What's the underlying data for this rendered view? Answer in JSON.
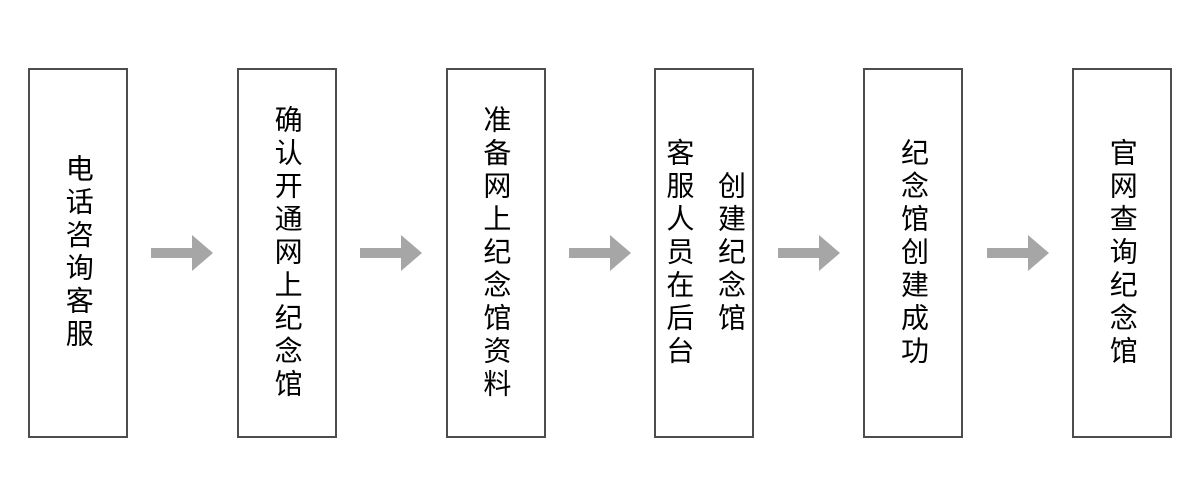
{
  "colors": {
    "background": "#ffffff",
    "border": "#4d4d4d",
    "text": "#000000",
    "arrow": "#a6a6a6"
  },
  "steps": [
    {
      "lines": [
        "电话咨询客服"
      ]
    },
    {
      "lines": [
        "确认开通网上纪念馆"
      ]
    },
    {
      "lines": [
        "准备网上纪念馆资料"
      ]
    },
    {
      "lines": [
        "客服人员在后台",
        "创建纪念馆"
      ]
    },
    {
      "lines": [
        "纪念馆创建成功"
      ]
    },
    {
      "lines": [
        "官网查询纪念馆"
      ]
    }
  ]
}
